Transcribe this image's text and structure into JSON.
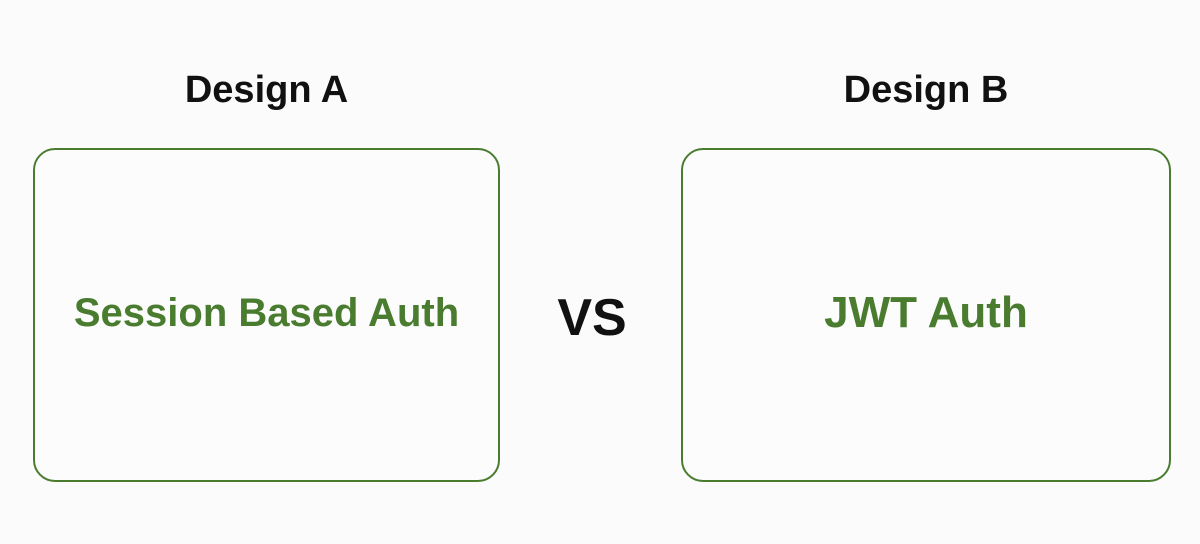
{
  "design_a": {
    "title": "Design A",
    "box_label": "Session Based Auth"
  },
  "design_b": {
    "title": "Design B",
    "box_label": "JWT Auth"
  },
  "separator": "VS",
  "colors": {
    "accent_green": "#4a7c2f",
    "title_text": "#111111",
    "background": "#fbfbfb"
  }
}
